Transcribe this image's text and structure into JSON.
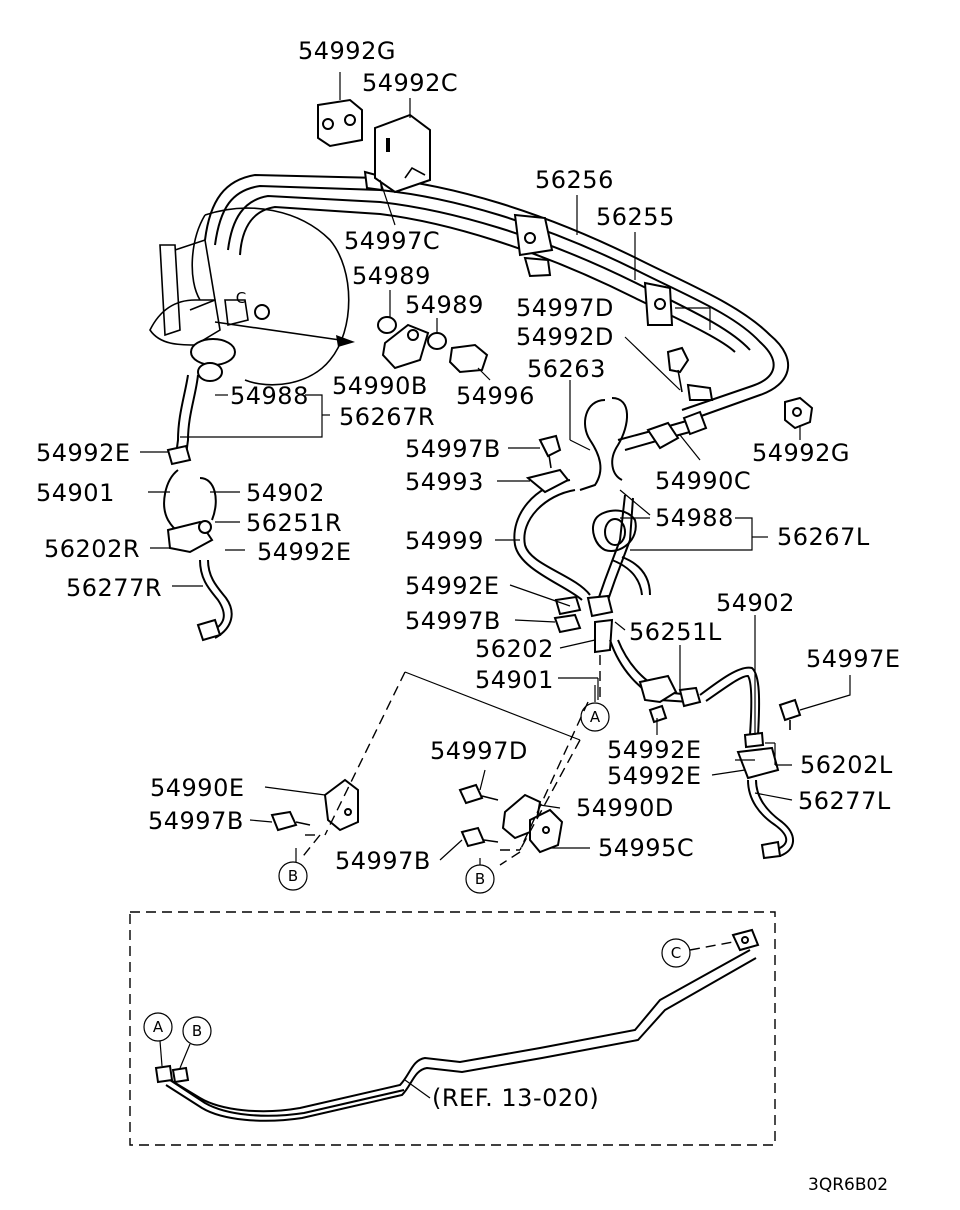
{
  "diagram_code": "3QR6B02",
  "reference_note": "(REF. 13-020)",
  "callouts": {
    "a": "A",
    "b": "B",
    "c": "C"
  },
  "parts": {
    "p54992G_top": "54992G",
    "p54992C": "54992C",
    "p56256": "56256",
    "p56255": "56255",
    "p54997C": "54997C",
    "p54989_a": "54989",
    "p54989_b": "54989",
    "p54997D_top": "54997D",
    "p54992D": "54992D",
    "p54990B": "54990B",
    "p54996": "54996",
    "p56263": "56263",
    "p54988_r": "54988",
    "p56267R": "56267R",
    "p54992G_right": "54992G",
    "p54992E_1": "54992E",
    "p54997B_1": "54997B",
    "p54990C": "54990C",
    "p54901_r": "54901",
    "p54902_r": "54902",
    "p54993": "54993",
    "p56251R": "56251R",
    "p54988_l": "54988",
    "p56267L": "56267L",
    "p56202R": "56202R",
    "p54992E_2": "54992E",
    "p54999": "54999",
    "p56277R": "56277R",
    "p54992E_3": "54992E",
    "p54902_l": "54902",
    "p54997B_2": "54997B",
    "p56251L": "56251L",
    "p56202": "56202",
    "p54997E": "54997E",
    "p54901_l": "54901",
    "p54997D_bottom": "54997D",
    "p54992E_4": "54992E",
    "p54990E": "54990E",
    "p54992E_5": "54992E",
    "p56202L": "56202L",
    "p54990D": "54990D",
    "p56277L": "56277L",
    "p54997B_3": "54997B",
    "p54995C": "54995C",
    "p54997B_4": "54997B"
  }
}
